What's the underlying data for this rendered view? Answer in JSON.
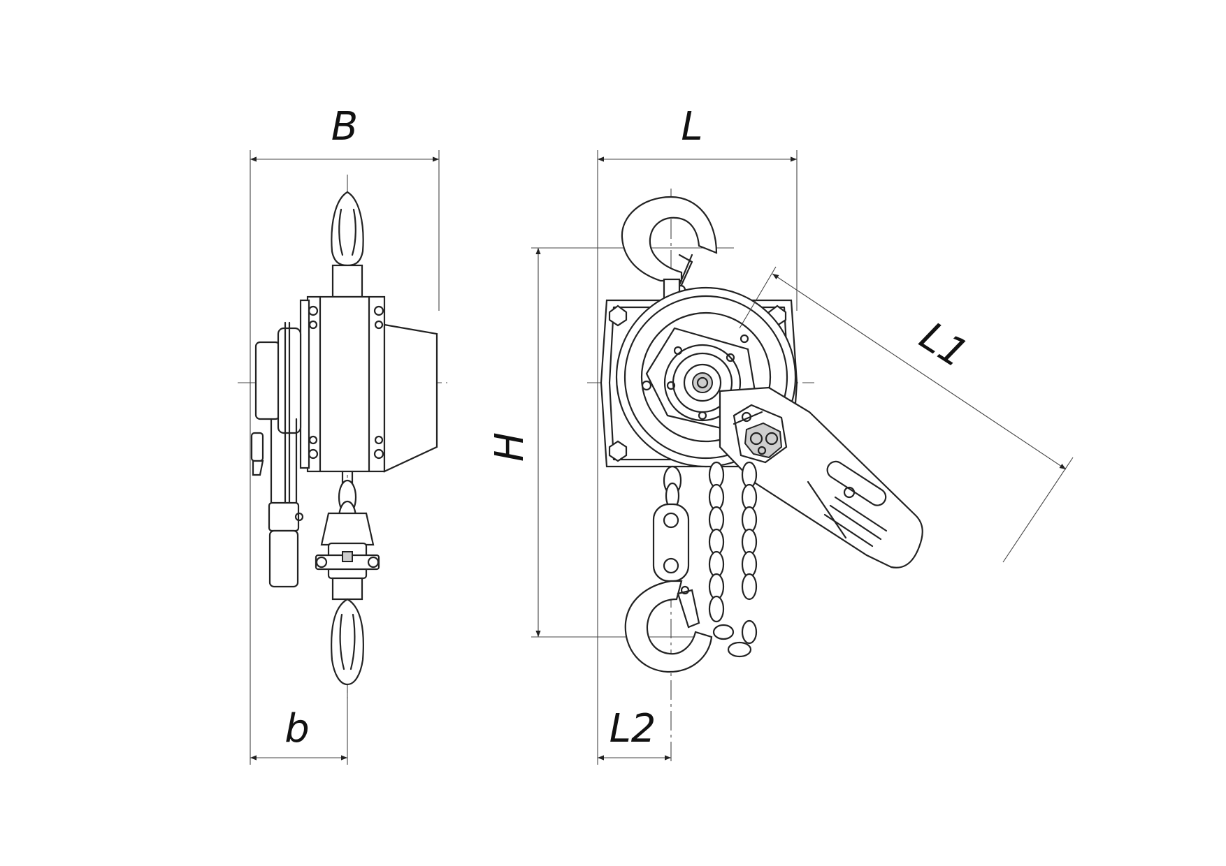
{
  "dimensions": {
    "B": "B",
    "b": "b",
    "L": "L",
    "L1": "L1",
    "L2": "L2",
    "H": "H"
  },
  "colors": {
    "line": "#222222",
    "background": "#ffffff",
    "fill_gray": "#cfcfcf"
  }
}
